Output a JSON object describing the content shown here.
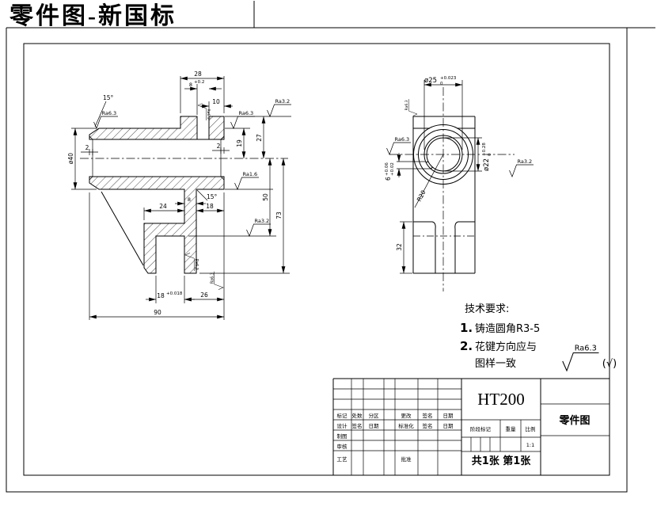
{
  "title": {
    "text": "零件图-新国标"
  },
  "colors": {
    "accent_red": "#e80000",
    "line_black": "#000000",
    "paper_white": "#ffffff"
  },
  "front_view": {
    "dims": {
      "width_28": "28",
      "slot_8": "8",
      "slot_8_tol": "+0.2",
      "offset_10": "10",
      "chamfer_top": "15°",
      "chamfer_bottom": "15°",
      "bore_2_left": "2",
      "bore_2_right": "2",
      "dia_40": "ø40",
      "h_19": "19",
      "h_27": "27",
      "h_50": "50",
      "h_73": "73",
      "w_24": "24",
      "w_18": "18",
      "rib_8": "8",
      "fork_18": "18",
      "fork_18_tol": "+0.018",
      "w_26": "26",
      "w_90": "90"
    },
    "roughness": {
      "top_left": "Ra6.3",
      "boss_right": "Ra6.3",
      "top_right": "Ra3.2",
      "bore_right": "Ra1.6",
      "step_right": "Ra3.2",
      "slot_top": "Ra6.3",
      "fork_wall": "Ra6.3",
      "fork_bottom": "Ra6.3"
    }
  },
  "side_view": {
    "dims": {
      "dia_25": "ø25",
      "dia_25_sup": "+0.023",
      "dia_25_sub": "0",
      "dia_22": "ø22",
      "dia_22_sup": "+0.28",
      "dia_22_sub": "0",
      "key_6": "6",
      "key_6_sup": "+0.06",
      "key_6_sub": "+0.02",
      "radius_r20": "R20",
      "h_32": "32"
    },
    "roughness": {
      "left": "Ra6.3",
      "right": "Ra3.2",
      "top": "Ra6.3"
    }
  },
  "tech_req": {
    "heading": "技术要求:",
    "item1_no": "1.",
    "item1_text": "铸造圆角R3-5",
    "item2_no": "2.",
    "item2_text": "花键方向应与",
    "item2_text2": "图样一致",
    "general_ra": "Ra6.3",
    "general_note": "(√)"
  },
  "title_block": {
    "material": "HT200",
    "drawing_title": "零件图",
    "scale": "1:1",
    "sheets": "共1张 第1张",
    "row_mark": {
      "c1": "标记",
      "c2": "处数",
      "c3": "分区",
      "c4": "更改",
      "c5": "签名",
      "c6": "日期"
    },
    "row_design": {
      "c1": "设计",
      "c2": "签名",
      "c3": "日期",
      "c4": "标准化",
      "c5": "签名",
      "c6": "日期"
    },
    "row_draw": "制图",
    "row_check": "审核",
    "row_process": "工艺",
    "approve": "批准",
    "stage_mark": "阶段标记",
    "weight": "重量",
    "scale_label": "比例"
  }
}
